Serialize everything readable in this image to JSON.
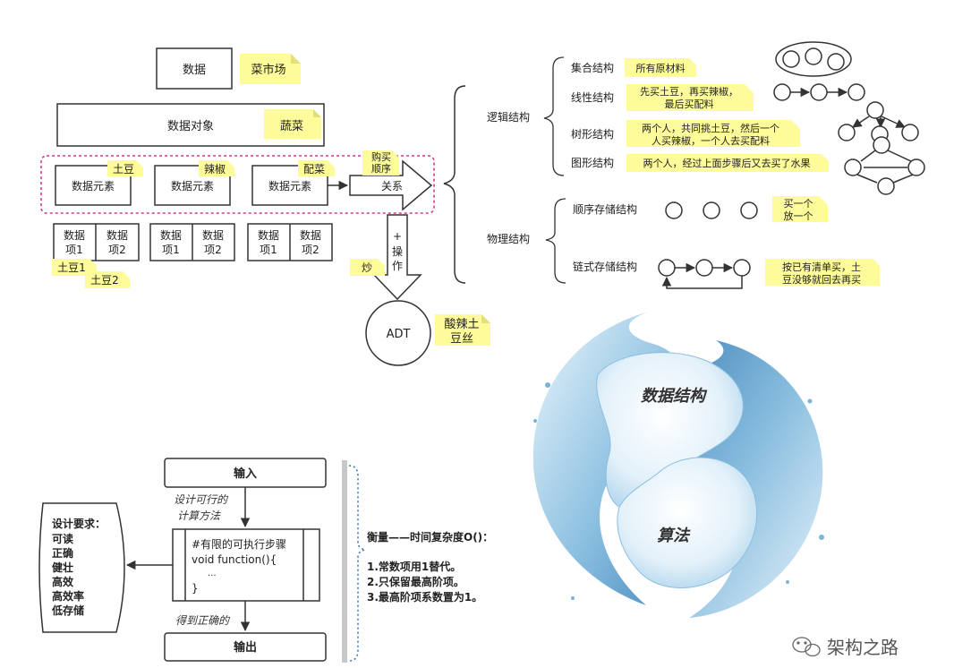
{
  "top_left": {
    "data": "数据",
    "market_note": "菜市场",
    "data_object": "数据对象",
    "veg_note": "蔬菜",
    "element": "数据元素",
    "potato_note": "土豆",
    "pepper_note": "辣椒",
    "sauce_note": "配菜",
    "buy_note_1": "购买",
    "buy_note_2": "顺序",
    "relation": "关系",
    "op_plus": "+",
    "op_1": "操",
    "op_2": "作",
    "fry_note": "炒",
    "item_a": "数据",
    "item_1": "项1",
    "item_2": "项2",
    "potato1_note": "土豆1",
    "potato2_note": "土豆2",
    "adt": "ADT",
    "dish_note_1": "酸辣土",
    "dish_note_2": "豆丝"
  },
  "logic": {
    "title": "逻辑结构",
    "set": "集合结构",
    "set_note": "所有原材料",
    "linear": "线性结构",
    "linear_note_1": "先买土豆，再买辣椒，",
    "linear_note_2": "最后买配料",
    "tree": "树形结构",
    "tree_note_1": "两个人，共同挑土豆，然后一个",
    "tree_note_2": "人买辣椒，一个人去买配料",
    "graph": "图形结构",
    "graph_note": "两个人，经过上面步骤后又去买了水果"
  },
  "physical": {
    "title": "物理结构",
    "seq": "顺序存储结构",
    "seq_note_1": "买一个",
    "seq_note_2": "放一个",
    "chain": "链式存储结构",
    "chain_note_1": "按已有清单买，土",
    "chain_note_2": "豆没够就回去再买"
  },
  "algorithm": {
    "input": "输入",
    "design_1": "设计可行的",
    "design_2": "计算方法",
    "code_1": "#有限的可执行步骤",
    "code_2": "void function(){",
    "code_3": "...",
    "code_4": "}",
    "result": "得到正确的",
    "output": "输出",
    "req_title": "设计要求：",
    "req_1": "可读",
    "req_2": "正确",
    "req_3": "健壮",
    "req_4": "高效",
    "req_5": "高效率",
    "req_6": "低存储",
    "measure": "衡量——时间复杂度O()：",
    "rule_1": "1.常数项用1替代。",
    "rule_2": "2.只保留最高阶项。",
    "rule_3": "3.最高阶项系数置为1。"
  },
  "yinyang": {
    "top": "数据结构",
    "bottom": "算法"
  },
  "watermark": "架构之路"
}
